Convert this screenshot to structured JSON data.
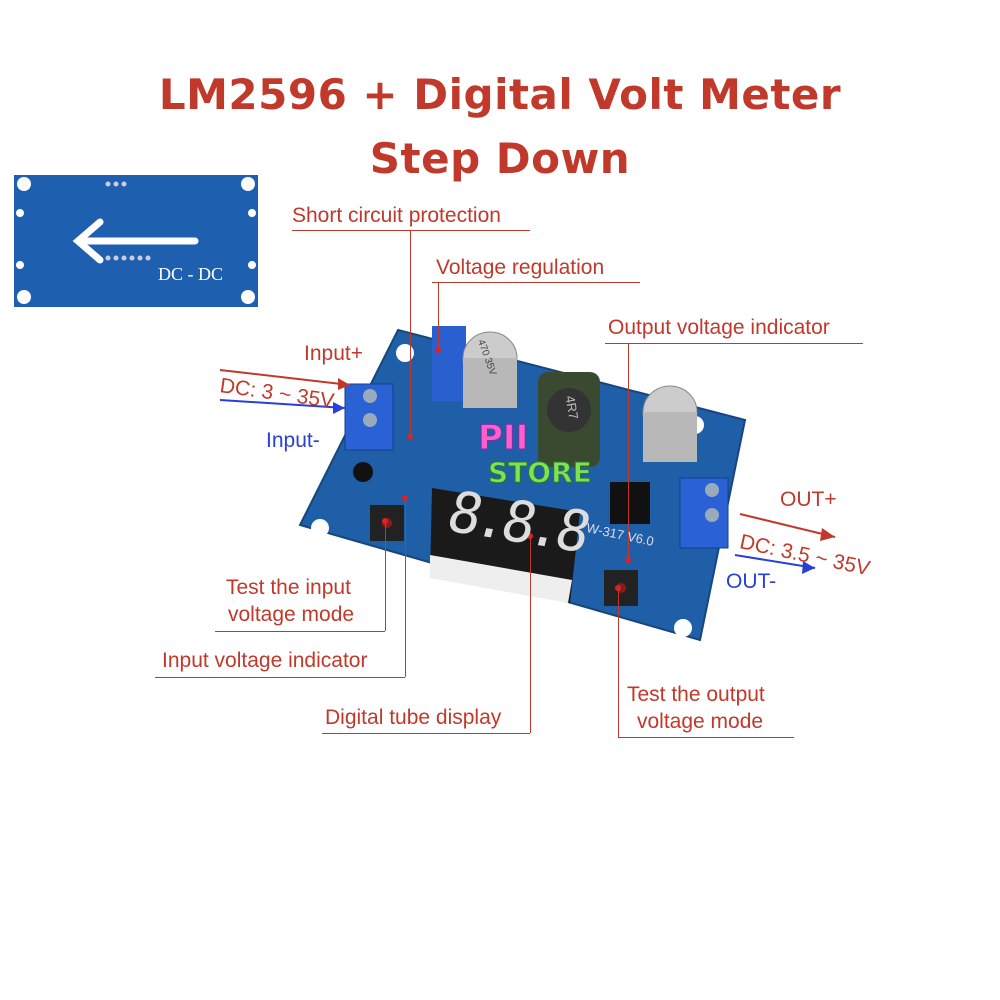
{
  "title": {
    "line1": "LM2596 + Digital Volt Meter",
    "line2": "Step Down"
  },
  "back_board": {
    "label": "DC - DC"
  },
  "labels": {
    "short_circuit": "Short circuit protection",
    "voltage_regulation": "Voltage regulation",
    "output_indicator": "Output voltage indicator",
    "input_plus": "Input+",
    "input_range": "DC: 3 ~ 35V",
    "input_minus": "Input-",
    "out_plus": "OUT+",
    "output_range": "DC: 3.5 ~ 35V",
    "out_minus": "OUT-",
    "test_input_1": "Test the input",
    "test_input_2": "voltage mode",
    "input_indicator": "Input voltage indicator",
    "digital_display": "Digital tube display",
    "test_output_1": "Test the output",
    "test_output_2": "voltage mode"
  },
  "board": {
    "model": "W-317 V6.0",
    "inductor": "4R7",
    "capacitor": "470 35V"
  },
  "watermark": {
    "line1": "PII",
    "line2": "STORE"
  },
  "colors": {
    "accent": "#c0392b",
    "pcb": "#1f5fa8",
    "arrow_blue": "#2a3fd6"
  }
}
